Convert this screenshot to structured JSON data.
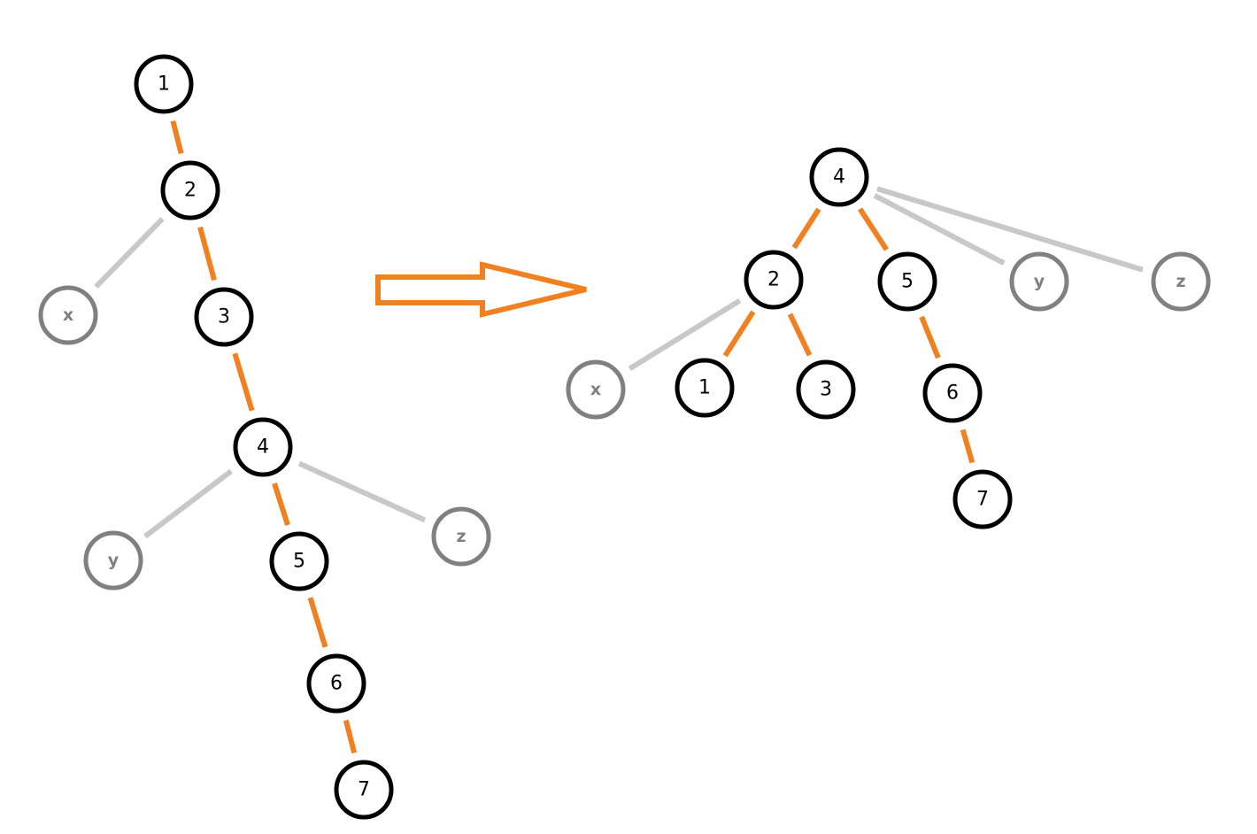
{
  "colors": {
    "main_edge": "#f08020",
    "extra_edge": "#c8c8c8",
    "main_node": "#000000",
    "extra_node": "#808080",
    "arrow": "#f08020"
  },
  "left_tree": {
    "nodes": [
      {
        "id": "1",
        "label": "1",
        "kind": "main"
      },
      {
        "id": "2",
        "label": "2",
        "kind": "main"
      },
      {
        "id": "3",
        "label": "3",
        "kind": "main"
      },
      {
        "id": "4",
        "label": "4",
        "kind": "main"
      },
      {
        "id": "5",
        "label": "5",
        "kind": "main"
      },
      {
        "id": "6",
        "label": "6",
        "kind": "main"
      },
      {
        "id": "7",
        "label": "7",
        "kind": "main"
      },
      {
        "id": "x",
        "label": "x",
        "kind": "extra"
      },
      {
        "id": "y",
        "label": "y",
        "kind": "extra"
      },
      {
        "id": "z",
        "label": "z",
        "kind": "extra"
      }
    ],
    "edges": [
      {
        "from": "1",
        "to": "2",
        "kind": "main"
      },
      {
        "from": "2",
        "to": "3",
        "kind": "main"
      },
      {
        "from": "3",
        "to": "4",
        "kind": "main"
      },
      {
        "from": "4",
        "to": "5",
        "kind": "main"
      },
      {
        "from": "5",
        "to": "6",
        "kind": "main"
      },
      {
        "from": "6",
        "to": "7",
        "kind": "main"
      },
      {
        "from": "2",
        "to": "x",
        "kind": "extra"
      },
      {
        "from": "4",
        "to": "y",
        "kind": "extra"
      },
      {
        "from": "4",
        "to": "z",
        "kind": "extra"
      }
    ]
  },
  "right_tree": {
    "nodes": [
      {
        "id": "4",
        "label": "4",
        "kind": "main"
      },
      {
        "id": "2",
        "label": "2",
        "kind": "main"
      },
      {
        "id": "5",
        "label": "5",
        "kind": "main"
      },
      {
        "id": "1",
        "label": "1",
        "kind": "main"
      },
      {
        "id": "3",
        "label": "3",
        "kind": "main"
      },
      {
        "id": "6",
        "label": "6",
        "kind": "main"
      },
      {
        "id": "7",
        "label": "7",
        "kind": "main"
      },
      {
        "id": "x",
        "label": "x",
        "kind": "extra"
      },
      {
        "id": "y",
        "label": "y",
        "kind": "extra"
      },
      {
        "id": "z",
        "label": "z",
        "kind": "extra"
      }
    ],
    "edges": [
      {
        "from": "4",
        "to": "2",
        "kind": "main"
      },
      {
        "from": "4",
        "to": "5",
        "kind": "main"
      },
      {
        "from": "2",
        "to": "1",
        "kind": "main"
      },
      {
        "from": "2",
        "to": "3",
        "kind": "main"
      },
      {
        "from": "5",
        "to": "6",
        "kind": "main"
      },
      {
        "from": "6",
        "to": "7",
        "kind": "main"
      },
      {
        "from": "2",
        "to": "x",
        "kind": "extra"
      },
      {
        "from": "4",
        "to": "y",
        "kind": "extra"
      },
      {
        "from": "4",
        "to": "z",
        "kind": "extra"
      }
    ]
  },
  "arrow": {
    "icon": "right-arrow-icon"
  }
}
